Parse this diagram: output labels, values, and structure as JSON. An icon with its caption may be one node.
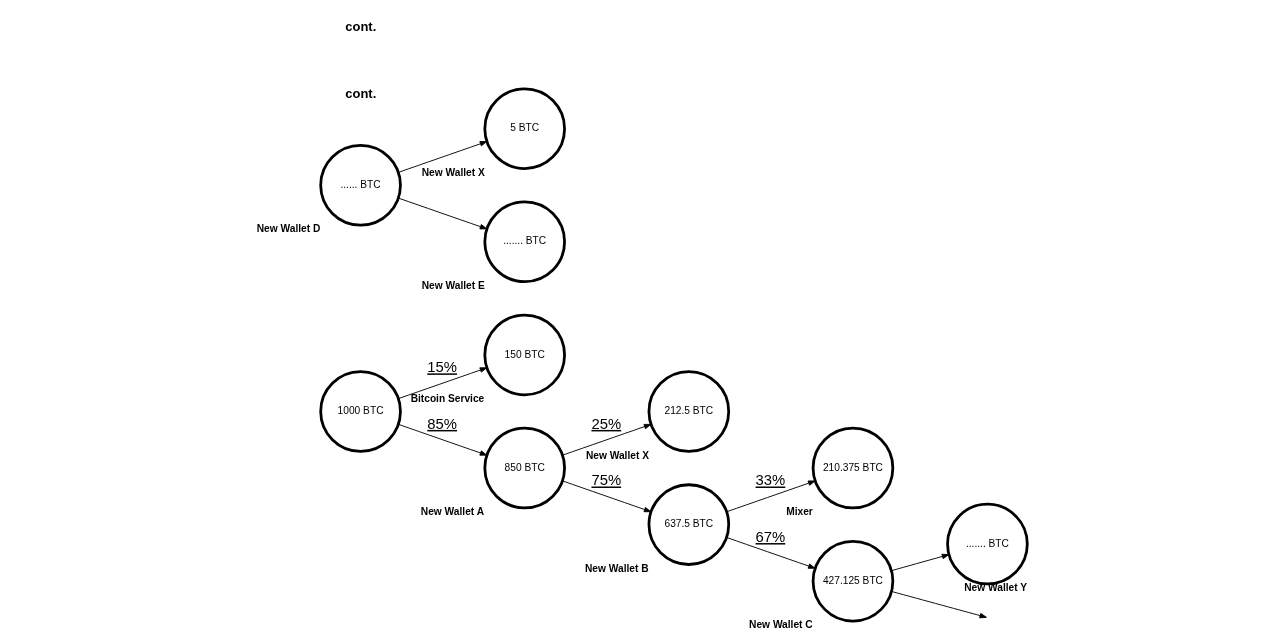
{
  "diagram": {
    "nodes": [
      {
        "text": [
          "1000 BTC"
        ]
      },
      {
        "text": [
          "150 BTC"
        ],
        "beside": [
          "Bitcoin Service"
        ]
      },
      {
        "text": [
          "850 BTC"
        ],
        "beside": [
          "New Wallet A"
        ]
      },
      {
        "text": [
          "212.5 BTC"
        ],
        "beside": [
          "New Wallet X"
        ]
      },
      {
        "text": [
          "637.5 BTC"
        ],
        "beside": [
          "New Wallet B"
        ]
      },
      {
        "text": [
          "210.375 BTC"
        ],
        "beside": [
          "Mixer"
        ]
      },
      {
        "text": [
          "427.125 BTC"
        ],
        "beside": [
          "New Wallet C"
        ]
      },
      {
        "text": [
          "....... BTC"
        ],
        "beside": [
          "New Wallet Y"
        ]
      },
      {
        "text": [
          "...... BTC"
        ],
        "beside": [
          "New Wallet D"
        ]
      },
      {
        "text": [
          "5 BTC"
        ],
        "beside": [
          "New Wallet X"
        ]
      },
      {
        "text": [
          "....... BTC"
        ],
        "beside": [
          "New Wallet E"
        ]
      }
    ],
    "edges": [
      {
        "from": 0,
        "to": 1,
        "arrow": "to",
        "label": "15%"
      },
      {
        "from": 0,
        "to": 2,
        "arrow": "to",
        "label": "85%"
      },
      {
        "from": 2,
        "to": 3,
        "arrow": "to",
        "label": "25%"
      },
      {
        "from": 2,
        "to": 4,
        "arrow": "to",
        "label": "75%"
      },
      {
        "from": 4,
        "to": 5,
        "arrow": "to",
        "label": "33%"
      },
      {
        "from": 4,
        "to": 6,
        "arrow": "to",
        "label": "67%"
      },
      {
        "from": 6,
        "to": 7,
        "arrow": "to"
      },
      {
        "from": 6,
        "to": null,
        "arrow": "to"
      },
      {
        "from": 8,
        "to": 9,
        "arrow": "to"
      },
      {
        "from": 8,
        "to": 10,
        "arrow": "to"
      }
    ],
    "labels": [
      "cont.",
      "cont."
    ]
  }
}
